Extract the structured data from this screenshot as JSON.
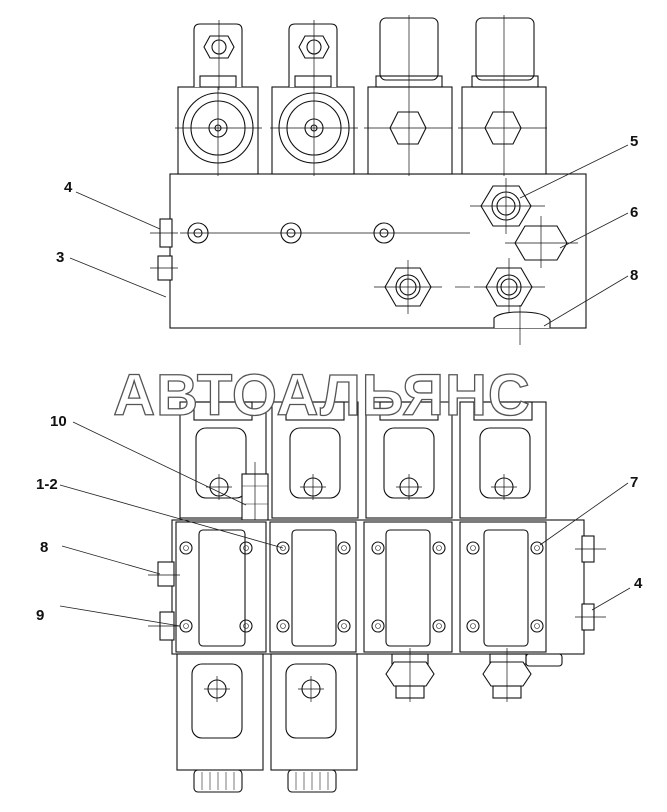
{
  "watermark": "АВТОАЛЬЯНС",
  "callouts": {
    "c4_top": "4",
    "c3": "3",
    "c5": "5",
    "c6": "6",
    "c8_top": "8",
    "c10": "10",
    "c12": "1-2",
    "c7": "7",
    "c8_bottom": "8",
    "c9": "9",
    "c4_bottom": "4"
  }
}
